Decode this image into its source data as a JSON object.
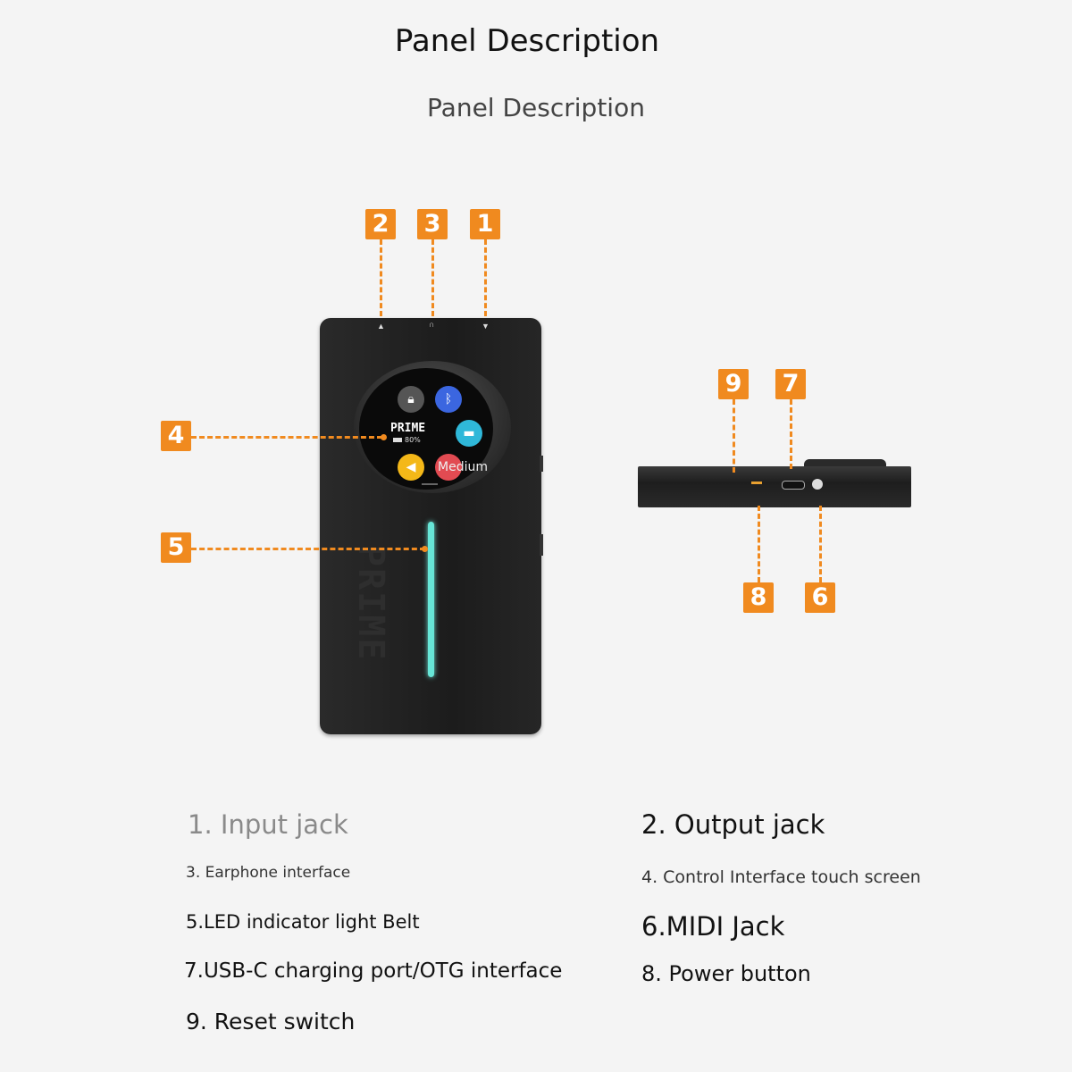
{
  "header": {
    "title": "Panel Description",
    "subtitle": "Panel Description"
  },
  "callouts": [
    "2",
    "3",
    "1",
    "4",
    "5",
    "9",
    "7",
    "8",
    "6"
  ],
  "screen": {
    "brand": "PRIME",
    "battery": "80%",
    "mode": "Medium"
  },
  "device": {
    "brand_vertical": "PRIME"
  },
  "descriptions": {
    "left": [
      "1. Input jack",
      "3. Earphone interface",
      "5.LED indicator light Belt",
      "7.USB-C charging port/OTG interface",
      "9. Reset switch"
    ],
    "right": [
      "2. Output jack",
      "4. Control Interface touch screen",
      "6.MIDI Jack",
      "8. Power button"
    ]
  },
  "colors": {
    "accent": "#f08a1f",
    "led": "#67e6d7",
    "device": "#1f1f1f"
  },
  "icons": [
    "lock-icon",
    "bluetooth-icon",
    "tuner-icon",
    "volume-icon",
    "mode-icon"
  ]
}
